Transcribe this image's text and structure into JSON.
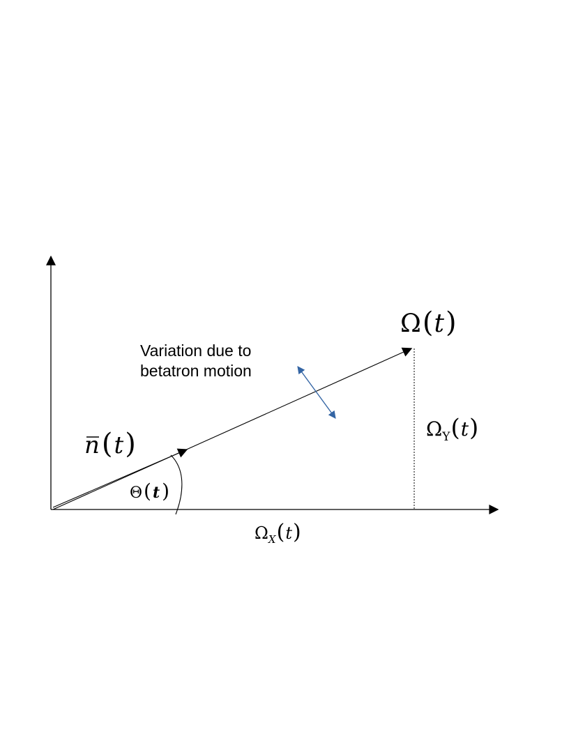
{
  "annotation": {
    "line1": "Variation due to",
    "line2": "betatron motion"
  },
  "labels": {
    "omega_vector": {
      "symbol": "Ω",
      "open": "(",
      "var": "t",
      "close": ")"
    },
    "n_vector": {
      "symbol": "n",
      "open": "(",
      "var": "t",
      "close": ")"
    },
    "theta_angle": {
      "symbol": "Θ",
      "open": "(",
      "var": "t",
      "close": ")"
    },
    "omega_x": {
      "symbol": "Ω",
      "subscript": "X",
      "open": "(",
      "var": "t",
      "close": ")"
    },
    "omega_y": {
      "symbol": "Ω",
      "subscript": "Y",
      "open": "(",
      "var": "t",
      "close": ")"
    }
  },
  "colors": {
    "betatron_arrow": "#3465a4",
    "ink": "#000000",
    "background": "#ffffff"
  }
}
